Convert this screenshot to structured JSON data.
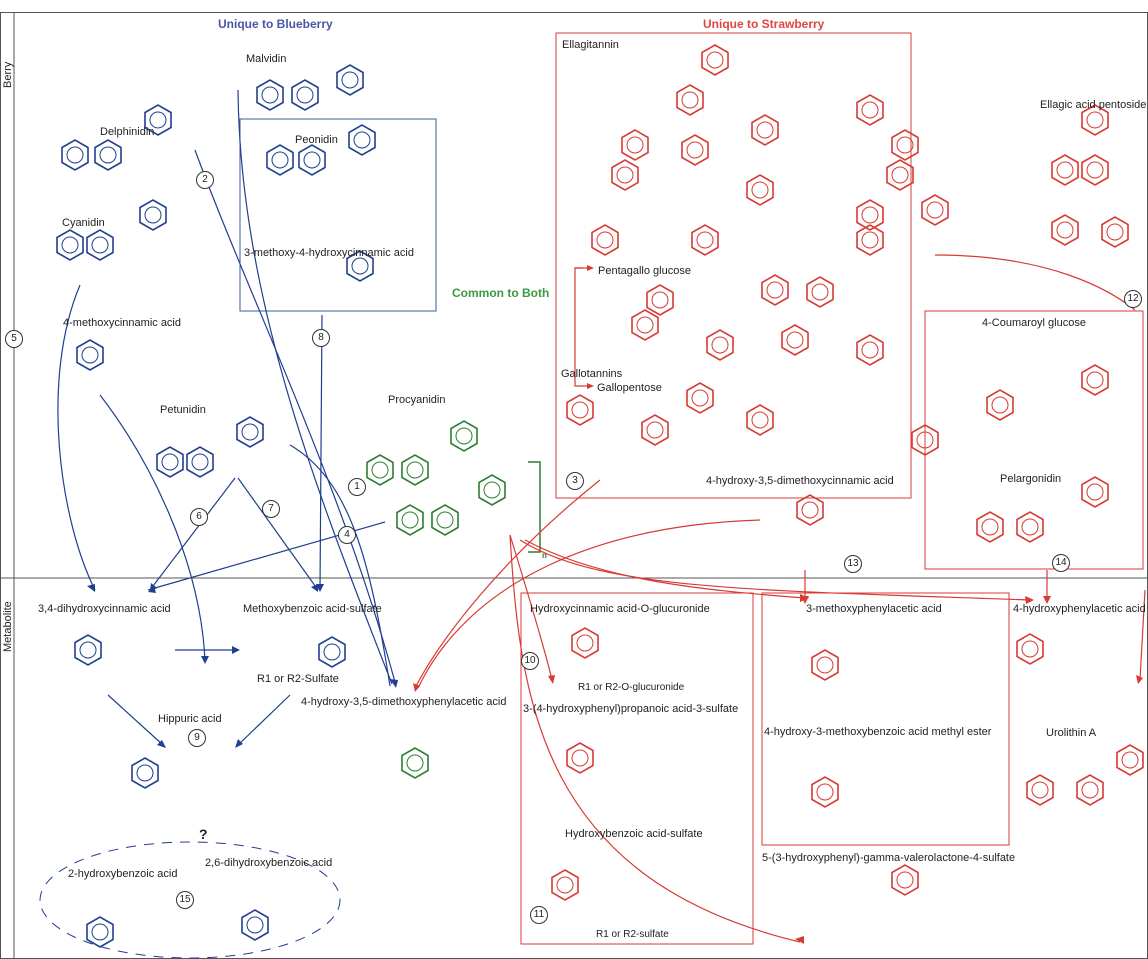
{
  "sections": {
    "berry": "Berry",
    "metabolite": "Metabolite",
    "unique_blueberry": "Unique to Blueberry",
    "unique_strawberry": "Unique to Strawberry",
    "common": "Common to Both"
  },
  "blueberry_compounds": {
    "malvidin": "Malvidin",
    "delphinidin": "Delphinidin",
    "peonidin": "Peonidin",
    "methoxy_hydroxycinnamic": "3-methoxy-4-hydroxycinnamic acid",
    "cyanidin": "Cyanidin",
    "methoxycinnamic": "4-methoxycinnamic acid",
    "petunidin": "Petunidin"
  },
  "common_compounds": {
    "procyanidin": "Procyanidin",
    "subscript_n": "n"
  },
  "strawberry_compounds": {
    "ellagitannin": "Ellagitannin",
    "ellagic_pentoside": "Ellagic acid pentoside",
    "pentagallo_glucose": "Pentagallo glucose",
    "gallotannins": "Gallotannins",
    "gallopentose": "Gallopentose",
    "coumaroyl_glucose": "4-Coumaroyl glucose",
    "pelargonidin": "Pelargonidin",
    "dimethoxycinnamic": "4-hydroxy-3,5-dimethoxycinnamic acid"
  },
  "metabolites": {
    "dihydroxycinnamic": "3,4-dihydroxycinnamic acid",
    "methoxybenzoic_sulfate": "Methoxybenzoic acid-sulfate",
    "r1_r2_sulfate": "R1 or R2-Sulfate",
    "hippuric": "Hippuric acid",
    "question": "?",
    "dihydroxybenzoic_26": "2,6-dihydroxybenzoic acid",
    "hydroxybenzoic_2": "2-hydroxybenzoic acid",
    "dimethoxyphenylacetic": "4-hydroxy-3,5-dimethoxyphenylacetic acid",
    "hydroxycinnamic_glucuronide": "Hydroxycinnamic acid-O-glucuronide",
    "r1_r2_glucuronide": "R1 or R2-O-glucuronide",
    "propanoic_sulfate": "3-(4-hydroxyphenyl)propanoic acid-3-sulfate",
    "hydroxybenzoic_sulfate": "Hydroxybenzoic acid-sulfate",
    "r1_r2_sulfate_lower": "R1 or R2-sulfate",
    "methoxyphenylacetic": "3-methoxyphenylacetic acid",
    "methyl_ester": "4-hydroxy-3-methoxybenzoic acid methyl ester",
    "valerolactone": "5-(3-hydroxyphenyl)-gamma-valerolactone-4-sulfate",
    "hydroxyphenylacetic": "4-hydroxyphenylacetic acid",
    "urolithin": "Urolithin A"
  },
  "pathway_numbers": [
    "1",
    "2",
    "3",
    "4",
    "5",
    "6",
    "7",
    "8",
    "9",
    "10",
    "11",
    "12",
    "13",
    "14",
    "15"
  ],
  "colors": {
    "blueberry": "#1f3f8f",
    "strawberry": "#d83a34",
    "common": "#2e7d32",
    "frame": "#555555"
  }
}
